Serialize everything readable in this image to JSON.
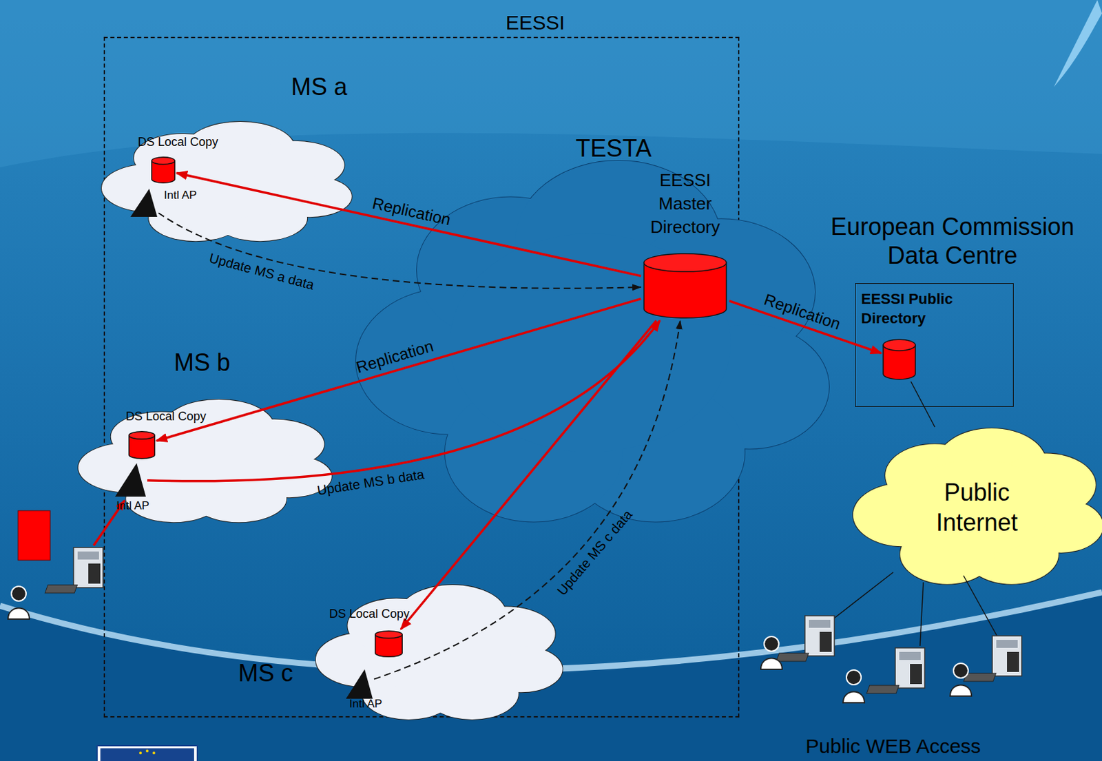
{
  "diagram": {
    "nodes": [
      {
        "text": [
          "EESSI"
        ]
      },
      {
        "text": [
          "MS a"
        ],
        "in": 0
      },
      {
        "text": [
          "DS Local Copy"
        ],
        "in": 1
      },
      {
        "text": [
          "Intl AP"
        ],
        "in": 1
      },
      {
        "text": [
          "TESTA"
        ],
        "in": 0
      },
      {
        "text": [
          "EESSI Master Directory"
        ],
        "in": 4
      },
      {
        "text": [
          "MS b"
        ],
        "in": 0
      },
      {
        "text": [
          "DS Local Copy"
        ],
        "in": 6
      },
      {
        "text": [
          "Intl AP"
        ],
        "in": 6
      },
      {
        "text": [
          "MS c"
        ],
        "in": 0
      },
      {
        "text": [
          "DS Local Copy"
        ],
        "in": 9
      },
      {
        "text": [
          "Intl AP"
        ],
        "in": 9
      },
      {
        "text": [
          "European Commission Data Centre"
        ]
      },
      {
        "text": [
          "EESSI Public Directory"
        ],
        "in": 12
      },
      {
        "text": [
          "Public Internet"
        ]
      }
    ],
    "edges": [
      {
        "from": 5,
        "to": 2,
        "label": "Replication",
        "arrow": "to"
      },
      {
        "from": 3,
        "to": 5,
        "label": "Update MS a data",
        "arrow": "to"
      },
      {
        "from": 5,
        "to": 7,
        "label": "Replication",
        "arrow": "to"
      },
      {
        "from": 8,
        "to": 5,
        "label": "Update MS b data",
        "arrow": "to"
      },
      {
        "from": 5,
        "to": 10,
        "arrow": "to"
      },
      {
        "from": 11,
        "to": 5,
        "label": "Update MS c data",
        "arrow": "to"
      },
      {
        "from": 5,
        "to": 13,
        "label": "Replication",
        "arrow": "to"
      },
      {
        "from": 13,
        "to": 14,
        "arrow": "none"
      }
    ],
    "labels": [
      "Public WEB Access"
    ]
  }
}
